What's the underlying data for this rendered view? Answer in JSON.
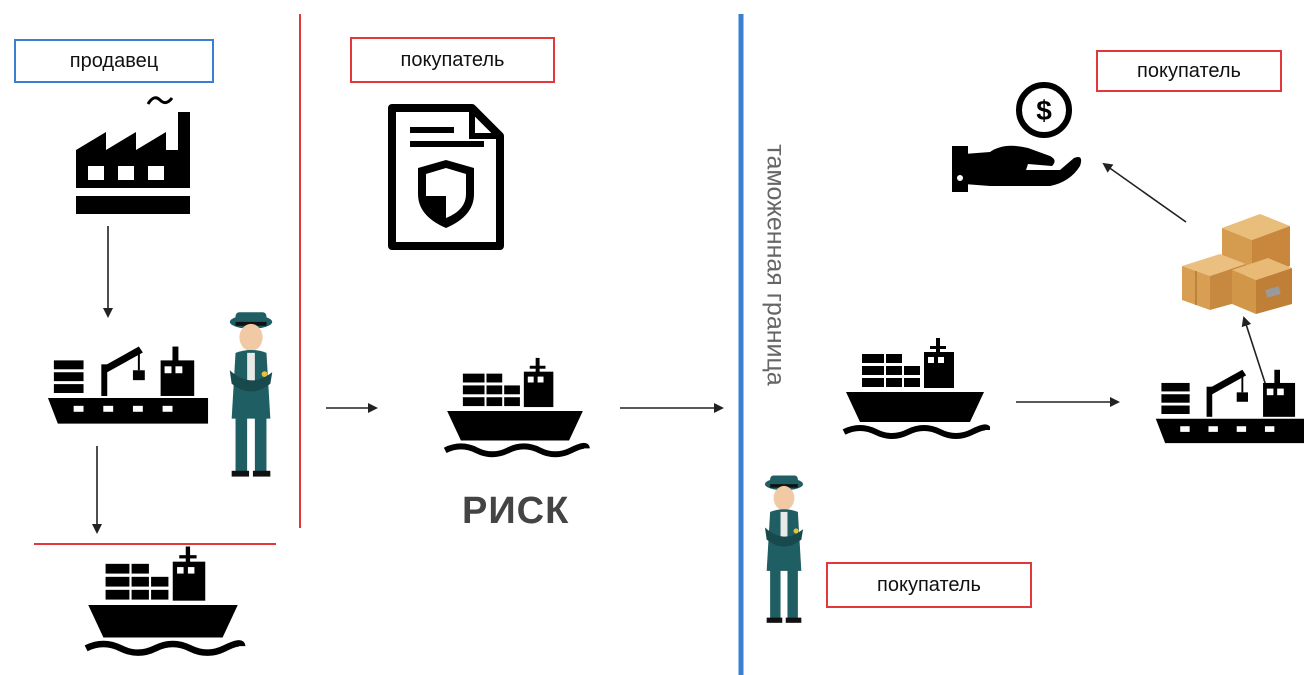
{
  "labels": {
    "seller": "продавец",
    "buyer_top": "покупатель",
    "buyer_right": "покупатель",
    "buyer_bottom": "покупатель",
    "risk": "РИСК",
    "customs_border": "таможенная граница"
  },
  "colors": {
    "seller_border": "#3a7fd0",
    "buyer_border": "#e2383c",
    "red_line": "#e2383c",
    "customs_line": "#3a7fd0",
    "icon": "#000000",
    "officer_coat": "#1f5e63",
    "box_color": "#d9a35a"
  },
  "icons": [
    "factory-icon",
    "crane-ship-icon",
    "cargo-ship-icon",
    "insurance-document-icon",
    "customs-officer-icon",
    "hand-money-icon",
    "cardboard-boxes-icon"
  ]
}
